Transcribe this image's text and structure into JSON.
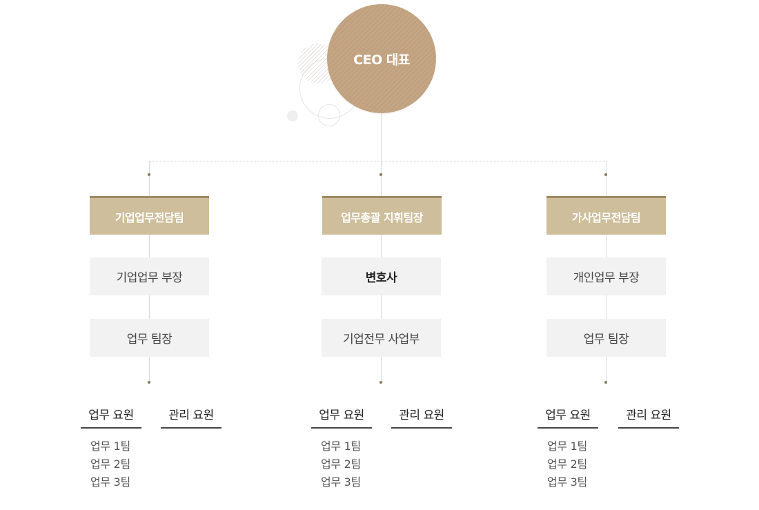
{
  "ceo": {
    "label": "CEO 대표"
  },
  "columns": [
    {
      "head": "기업업무전담팀",
      "boxes": [
        "기업업무 부장",
        "업무 팀장"
      ],
      "tabs": [
        "업무 요원",
        "관리 요원"
      ],
      "teams": [
        "업무 1팀",
        "업무 2팀",
        "업무 3팀"
      ]
    },
    {
      "head": "업무총괄 지휘팀장",
      "boxes": [
        "변호사",
        "기업전무 사업부"
      ],
      "tabs": [
        "업무 요원",
        "관리 요원"
      ],
      "teams": [
        "업무 1팀",
        "업무 2팀",
        "업무 3팀"
      ]
    },
    {
      "head": "가사업무전담팀",
      "boxes": [
        "개인업무 부장",
        "업무 팀장"
      ],
      "tabs": [
        "업무 요원",
        "관리 요원"
      ],
      "teams": [
        "업무 1팀",
        "업무 2팀",
        "업무 3팀"
      ]
    }
  ],
  "colors": {
    "ceo": "#c4a685",
    "head_box": "#cfbe9b",
    "head_border": "#a08a62",
    "sub_box": "#f2f2f2",
    "connector": "#d9d9d9",
    "dot": "#8a7a5e"
  }
}
